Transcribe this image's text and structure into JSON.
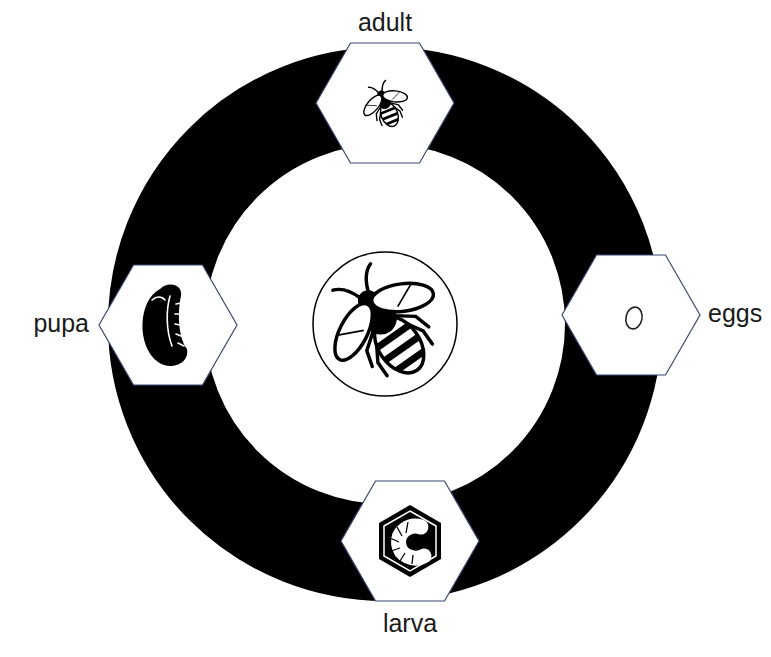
{
  "diagram": {
    "nodes": [
      {
        "text": [
          "adult"
        ]
      },
      {
        "text": [
          "eggs"
        ]
      },
      {
        "text": [
          "larva"
        ]
      },
      {
        "text": [
          "pupa"
        ]
      }
    ]
  }
}
